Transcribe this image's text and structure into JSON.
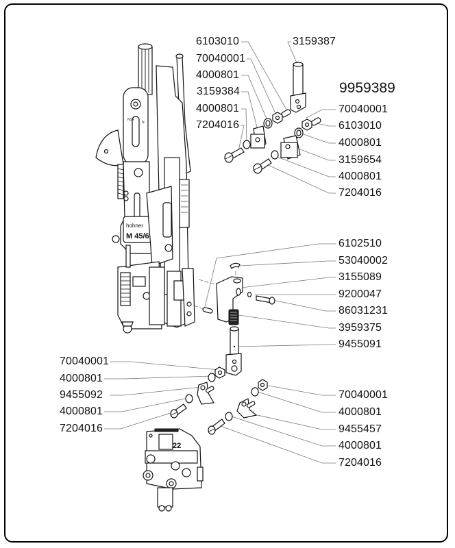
{
  "assembly_number": "9959389",
  "machine": {
    "brand_label": "hohner",
    "model_label": "M 45/6",
    "dial_labels": [
      "N14",
      "N"
    ],
    "plate_number": "22"
  },
  "callouts": {
    "top_left": [
      {
        "part": "6103010"
      },
      {
        "part": "70040001"
      },
      {
        "part": "4000801"
      },
      {
        "part": "3159384"
      },
      {
        "part": "4000801"
      },
      {
        "part": "7204016"
      }
    ],
    "top_center": {
      "part": "3159387"
    },
    "top_right": [
      {
        "part": "70040001"
      },
      {
        "part": "6103010"
      },
      {
        "part": "4000801"
      },
      {
        "part": "3159654"
      },
      {
        "part": "4000801"
      },
      {
        "part": "7204016"
      }
    ],
    "middle_right": [
      {
        "part": "6102510"
      },
      {
        "part": "53040002"
      },
      {
        "part": "3155089"
      },
      {
        "part": "9200047"
      },
      {
        "part": "86031231"
      },
      {
        "part": "3959375"
      },
      {
        "part": "9455091"
      }
    ],
    "bottom_left": [
      {
        "part": "70040001"
      },
      {
        "part": "4000801"
      },
      {
        "part": "9455092"
      },
      {
        "part": "4000801"
      },
      {
        "part": "7204016"
      }
    ],
    "bottom_right": [
      {
        "part": "70040001"
      },
      {
        "part": "4000801"
      },
      {
        "part": "9455457"
      },
      {
        "part": "4000801"
      },
      {
        "part": "7204016"
      }
    ]
  }
}
